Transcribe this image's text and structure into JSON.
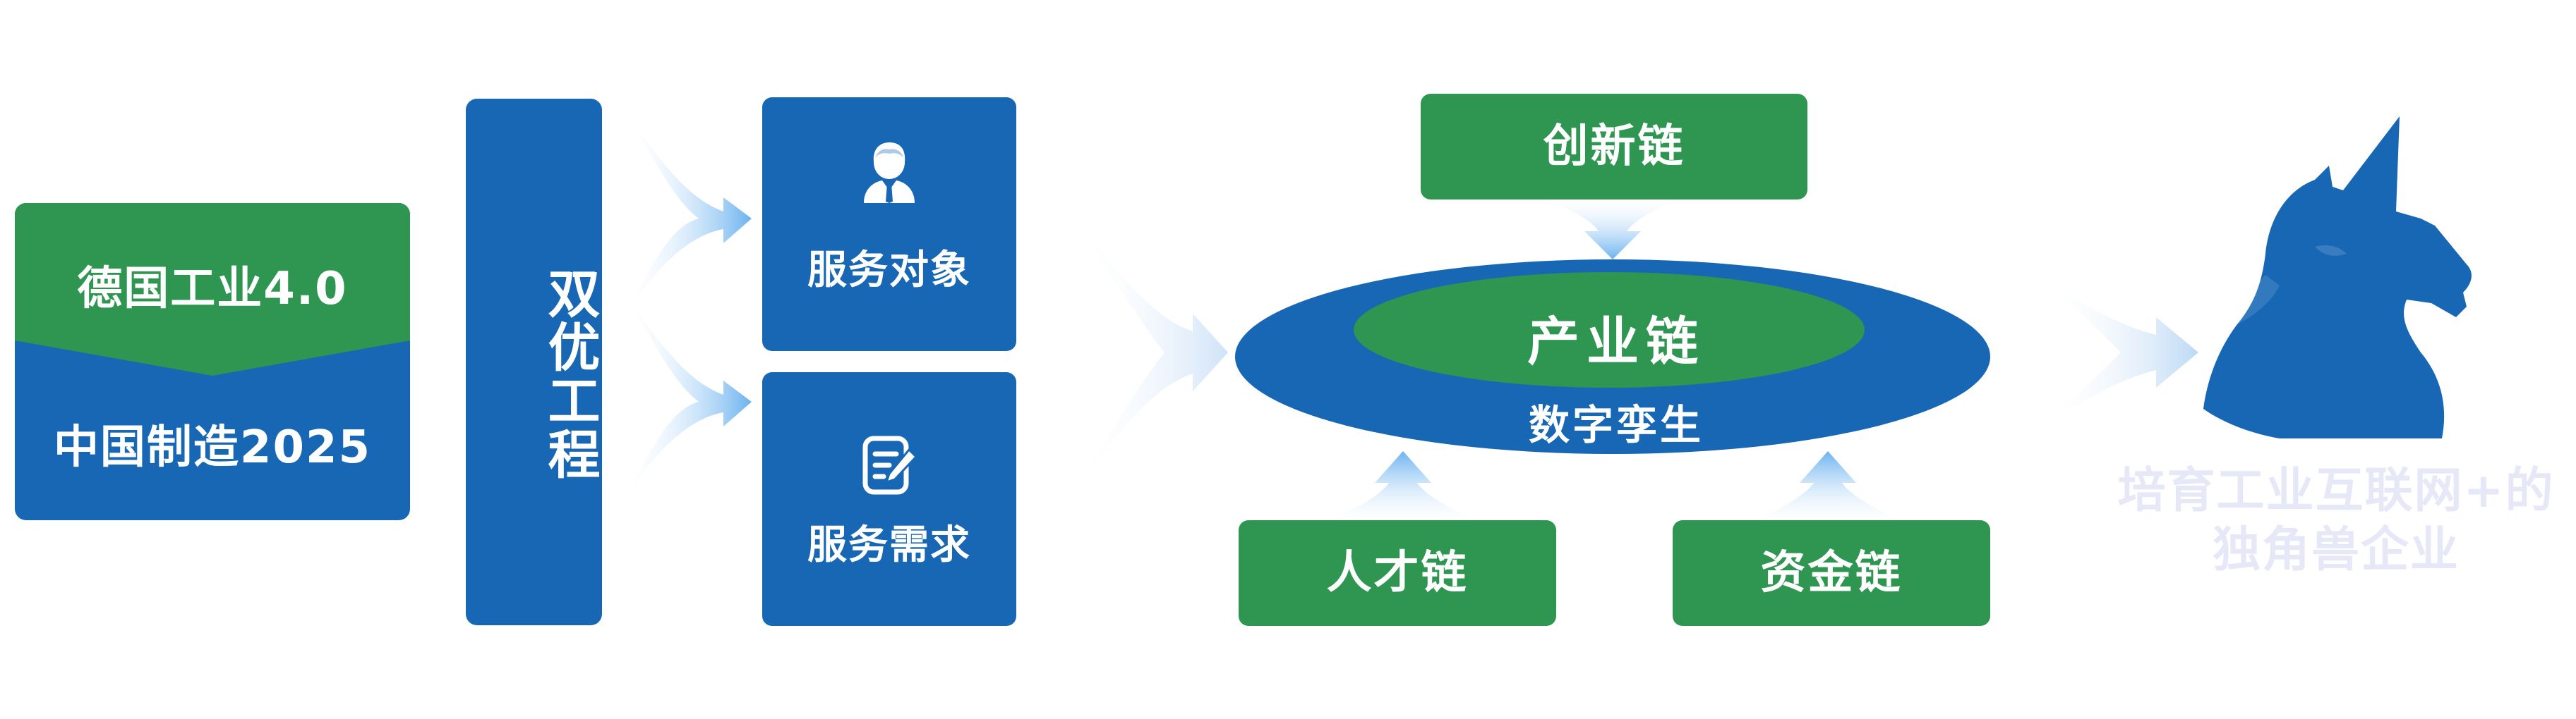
{
  "left_box": {
    "top_label": "德国工业4.0",
    "bottom_label": "中国制造2025",
    "top_color": "#2e9650",
    "bottom_color": "#1767b5"
  },
  "vertical_bar": {
    "label": "双优工程"
  },
  "services": {
    "target_label": "服务对象",
    "target_icon": "user-icon",
    "demand_label": "服务需求",
    "demand_icon": "edit-document-icon"
  },
  "chains": {
    "innovation": "创新链",
    "industry": "产业链",
    "digital_twin": "数字孪生",
    "talent": "人才链",
    "capital": "资金链"
  },
  "result": {
    "line1": "培育工业互联网+的",
    "line2": "独角兽企业",
    "icon": "unicorn-icon"
  },
  "colors": {
    "blue": "#1767b5",
    "green": "#2e9650",
    "arrow_light": "#6bb2ef",
    "result_text": "#e6e8f7"
  }
}
